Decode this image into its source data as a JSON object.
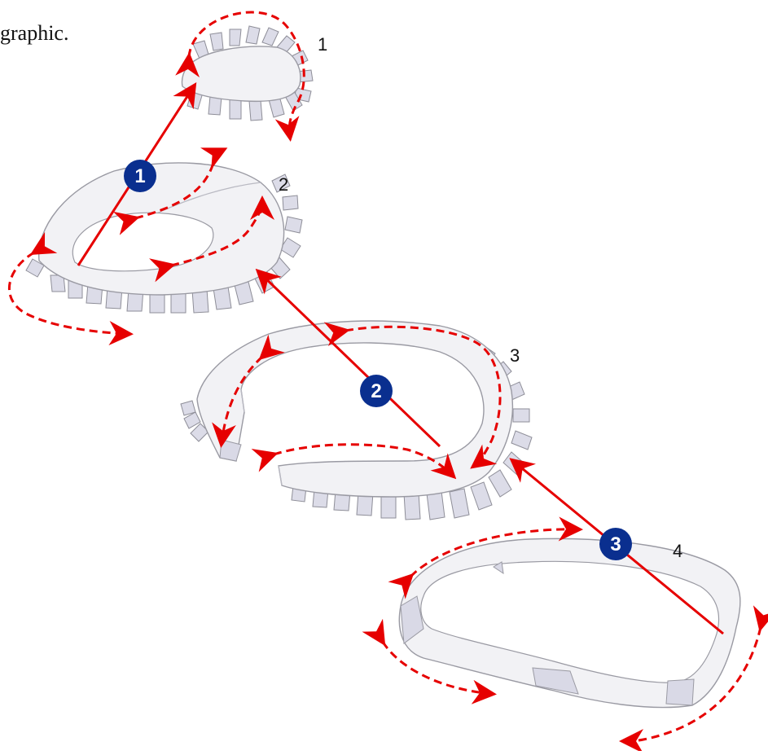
{
  "caption_fragment": "graphic.",
  "pieces": [
    {
      "label": "1"
    },
    {
      "label": "2"
    },
    {
      "label": "3"
    },
    {
      "label": "4"
    }
  ],
  "steps": [
    {
      "label": "1"
    },
    {
      "label": "2"
    },
    {
      "label": "3"
    }
  ],
  "colors": {
    "arrow": "#e60000",
    "step_badge": "#0a2f8f",
    "paper": "#f2f2f5"
  }
}
